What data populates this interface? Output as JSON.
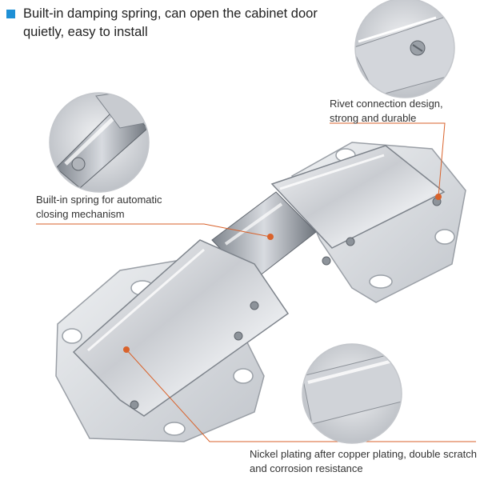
{
  "headline": {
    "text": "Built-in damping spring, can open the cabinet door quietly, easy to install",
    "bullet_color": "#1e90d6"
  },
  "callouts": {
    "rivet": "Rivet connection design, strong and durable",
    "spring": "Built-in spring for automatic closing mechanism",
    "nickel": "Nickel plating after copper plating, double scratch and corrosion resistance"
  },
  "accent_color": "#d9622b",
  "product": {
    "name": "cabinet-door-hinge",
    "finish": "nickel-plated steel"
  }
}
